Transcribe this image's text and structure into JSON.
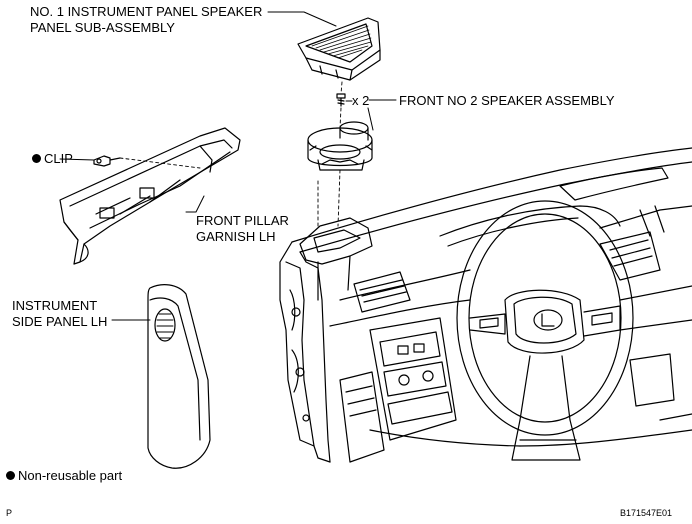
{
  "labels": {
    "speaker_panel_line1": "NO. 1 INSTRUMENT PANEL SPEAKER",
    "speaker_panel_line2": "PANEL SUB-ASSEMBLY",
    "screw_qty": "x 2",
    "speaker_assembly": "FRONT NO  2 SPEAKER ASSEMBLY",
    "clip": "CLIP",
    "pillar_line1": "FRONT PILLAR",
    "pillar_line2": "GARNISH LH",
    "side_panel_line1": "INSTRUMENT",
    "side_panel_line2": "SIDE PANEL LH",
    "legend": "Non-reusable part",
    "corner_letter": "P",
    "figure_code": "B171547E01"
  }
}
